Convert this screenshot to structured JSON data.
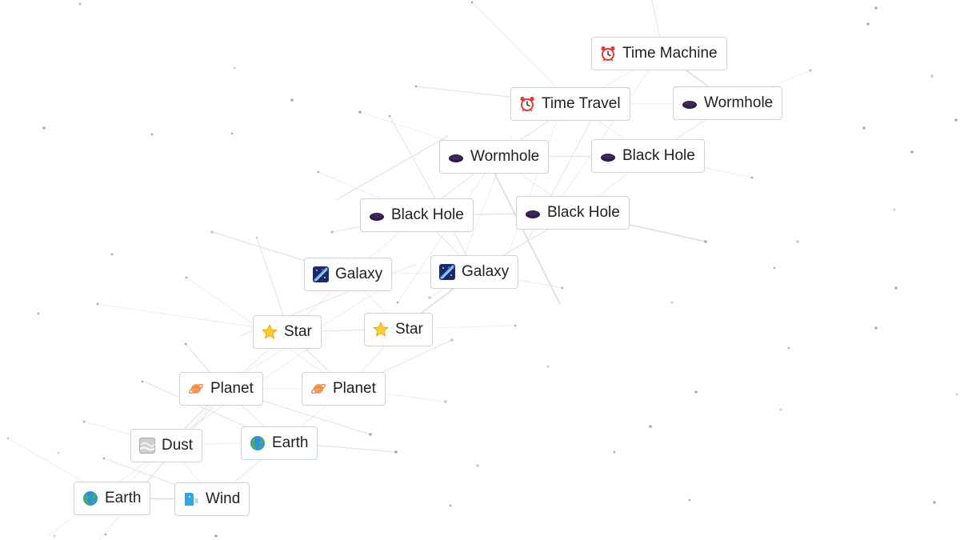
{
  "items": [
    {
      "label": "Time Machine",
      "icon": "alarm-clock-icon"
    },
    {
      "label": "Time Travel",
      "icon": "alarm-clock-icon"
    },
    {
      "label": "Wormhole",
      "icon": "hole-icon"
    },
    {
      "label": "Wormhole",
      "icon": "hole-icon"
    },
    {
      "label": "Black Hole",
      "icon": "hole-icon"
    },
    {
      "label": "Black Hole",
      "icon": "hole-icon"
    },
    {
      "label": "Black Hole",
      "icon": "hole-icon"
    },
    {
      "label": "Galaxy",
      "icon": "milky-way-icon"
    },
    {
      "label": "Galaxy",
      "icon": "milky-way-icon"
    },
    {
      "label": "Star",
      "icon": "star-icon"
    },
    {
      "label": "Star",
      "icon": "star-icon"
    },
    {
      "label": "Planet",
      "icon": "ringed-planet-icon"
    },
    {
      "label": "Planet",
      "icon": "ringed-planet-icon"
    },
    {
      "label": "Dust",
      "icon": "fog-icon"
    },
    {
      "label": "Earth",
      "icon": "globe-icon"
    },
    {
      "label": "Earth",
      "icon": "globe-icon"
    },
    {
      "label": "Wind",
      "icon": "wind-face-icon"
    }
  ],
  "colors": {
    "background": "#ffffff",
    "item_border": "#c8d4e0",
    "link_line": "#d9d9d9",
    "star_dot": "#8a8a8a"
  }
}
